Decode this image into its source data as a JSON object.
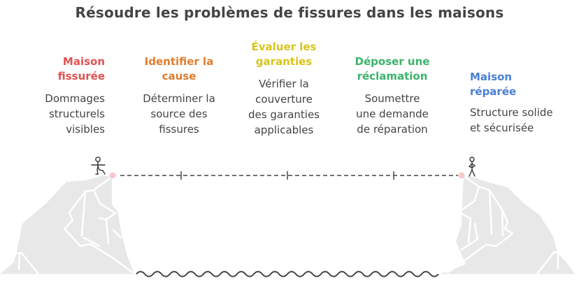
{
  "title": "Résoudre les problèmes de fissures dans les maisons",
  "steps": [
    {
      "heading": "Maison fissurée",
      "heading_lines": [
        "Maison",
        "fissurée"
      ],
      "description_lines": [
        "Dommages",
        "structurels",
        "visibles"
      ],
      "color": "#e05252"
    },
    {
      "heading": "Identifier la cause",
      "heading_lines": [
        "Identifier la",
        "cause"
      ],
      "description_lines": [
        "Déterminer la",
        "source des",
        "fissures"
      ],
      "color": "#e07c2c"
    },
    {
      "heading": "Évaluer les garanties",
      "heading_lines": [
        "Évaluer les",
        "garanties"
      ],
      "description_lines": [
        "Vérifier la",
        "couverture",
        "des garanties",
        "applicables"
      ],
      "color": "#d9c41c"
    },
    {
      "heading": "Déposer une réclamation",
      "heading_lines": [
        "Déposer une",
        "réclamation"
      ],
      "description_lines": [
        "Soumettre",
        "une demande",
        "de réparation"
      ],
      "color": "#3bb36b"
    },
    {
      "heading": "Maison réparée",
      "heading_lines": [
        "Maison",
        "réparée"
      ],
      "description_lines": [
        "Structure solide",
        "et sécurisée"
      ],
      "color": "#4a7fd6"
    }
  ],
  "colors": {
    "cliff": "#e8e8e8",
    "line": "#444444",
    "endpoint": "#f7c9cc"
  }
}
